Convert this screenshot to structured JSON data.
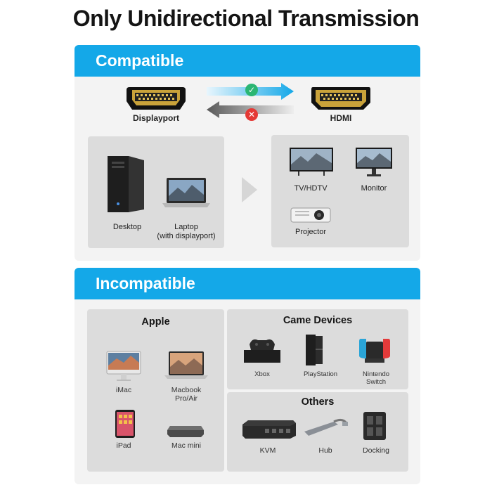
{
  "title": "Only Unidirectional Transmission",
  "compatible": {
    "header": "Compatible",
    "source_connector": "Displayport",
    "target_connector": "HDMI",
    "sources": [
      {
        "label": "Desktop"
      },
      {
        "label": "Laptop\n(with displayport)"
      }
    ],
    "targets": [
      {
        "label": "TV/HDTV"
      },
      {
        "label": "Monitor"
      },
      {
        "label": "Projector"
      }
    ]
  },
  "incompatible": {
    "header": "Incompatible",
    "apple": {
      "title": "Apple",
      "items": [
        {
          "label": "iMac"
        },
        {
          "label": "Macbook\nPro/Air"
        },
        {
          "label": "iPad"
        },
        {
          "label": "Mac mini"
        }
      ]
    },
    "game": {
      "title": "Came Devices",
      "items": [
        {
          "label": "Xbox"
        },
        {
          "label": "PlayStation"
        },
        {
          "label": "Nintendo\nSwitch"
        }
      ]
    },
    "others": {
      "title": "Others",
      "items": [
        {
          "label": "KVM"
        },
        {
          "label": "Hub"
        },
        {
          "label": "Docking"
        }
      ]
    }
  },
  "colors": {
    "accent": "#14a8e8",
    "ok": "#2bb673",
    "fail": "#e53935",
    "panel": "#dcdcdc"
  }
}
